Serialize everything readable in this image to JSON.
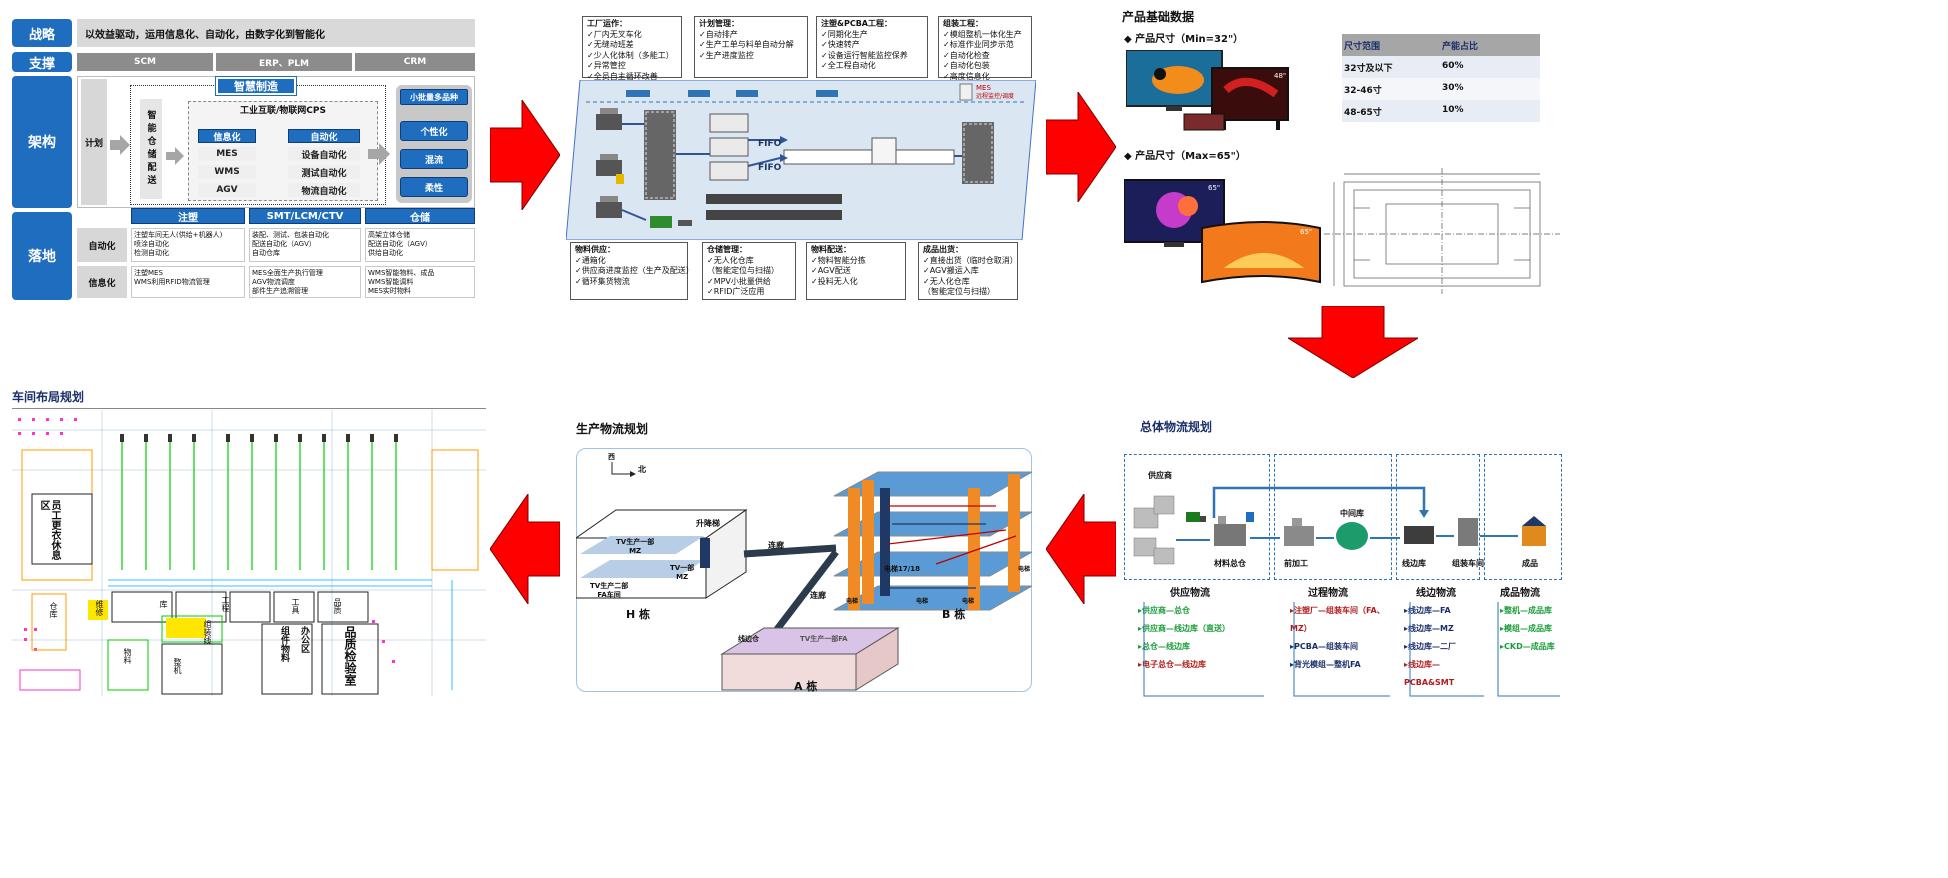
{
  "arch": {
    "strategy_label": "战略",
    "strategy_text": "以效益驱动，运用信息化、自动化，由数字化到智能化",
    "support_label": "支撑",
    "support_items": [
      "SCM",
      "ERP、PLM",
      "CRM"
    ],
    "arch_label": "架构",
    "smart_mfg": "智慧制造",
    "plan_label": "计划",
    "warehouse_vertical": "智能仓储配送",
    "iot_label": "工业互联/物联网CPS",
    "info_col": [
      "信息化",
      "MES",
      "WMS",
      "AGV"
    ],
    "auto_col": [
      "自动化",
      "设备自动化",
      "测试自动化",
      "物流自动化"
    ],
    "small_batch": "小批量多品种",
    "right_buttons": [
      "个性化",
      "混流",
      "柔性"
    ],
    "landing_label": "落地",
    "col_headers": [
      "注塑",
      "SMT/LCM/CTV",
      "仓储"
    ],
    "row_labels": [
      "自动化",
      "信息化"
    ],
    "auto_cells": [
      [
        "注塑车间无人(供给+机器人)",
        "喷涂自动化",
        "检测自动化"
      ],
      [
        "装配、测试、包装自动化",
        "配送自动化（AGV）",
        "自动仓库"
      ],
      [
        "高架立体仓储",
        "配送自动化（AGV）",
        "供给自动化"
      ]
    ],
    "info_cells": [
      [
        "注塑MES",
        "WMS利用RFID物流管理"
      ],
      [
        "MES全面生产执行管理",
        "AGV物流调度",
        "部件生产追溯管理"
      ],
      [
        "WMS智能物料、成品",
        "WMS智能调料",
        "MES实时物料"
      ]
    ]
  },
  "factory": {
    "top_notes": [
      {
        "title": "工厂运作：",
        "items": [
          "✓厂内无叉车化",
          "✓无缝动班差",
          "✓少人化体制（多能工）",
          "✓异常管控",
          "✓全员自主循环改善"
        ]
      },
      {
        "title": "计划管理：",
        "items": [
          "✓自动排产",
          "✓生产工单与料单自动分解",
          "✓生产进度监控"
        ]
      },
      {
        "title": "注塑&PCBA工程：",
        "items": [
          "✓同期化生产",
          "✓快速转产",
          "✓设备运行智能监控保养",
          "✓全工程自动化"
        ]
      },
      {
        "title": "组装工程：",
        "items": [
          "✓模组整机一体化生产",
          "✓标准作业同步示范",
          "✓自动化检查",
          "✓自动化包装",
          "✓高度信息化"
        ]
      }
    ],
    "bottom_notes": [
      {
        "title": "物料供应：",
        "items": [
          "✓通箱化",
          "✓供应商进度监控（生产及配送）",
          "✓循环集货物流"
        ]
      },
      {
        "title": "仓储管理：",
        "items": [
          "✓无人化仓库",
          "（智能定位与扫描）",
          "✓MPV小批量供给",
          "✓RFID广泛应用"
        ]
      },
      {
        "title": "物料配送：",
        "items": [
          "✓物料智能分拣",
          "✓AGV配送",
          "✓投料无人化"
        ]
      },
      {
        "title": "成品出货：",
        "items": [
          "✓直接出货（临时仓取消）",
          "✓AGV搬运入库",
          "✓无人化仓库",
          "（智能定位与扫描）"
        ]
      }
    ],
    "fifo": "FIFO",
    "mes_label": "MES",
    "mes_sub": "远程监控/调度"
  },
  "product": {
    "title": "产品基础数据",
    "min_label": "◆ 产品尺寸（Min=32\"）",
    "max_label": "◆ 产品尺寸（Max=65\"）",
    "table_headers": [
      "尺寸范围",
      "产能占比"
    ],
    "table_rows": [
      [
        "32寸及以下",
        "60%"
      ],
      [
        "32-46寸",
        "30%"
      ],
      [
        "48-65寸",
        "10%"
      ]
    ],
    "tv_badges": [
      "48\"",
      "65\"",
      "65\""
    ]
  },
  "logistics": {
    "title": "总体物流规划",
    "nodes": [
      "供应商",
      "材料总仓",
      "前加工",
      "中间库",
      "线边库",
      "组装车间",
      "成品"
    ],
    "groups": [
      "供应物流",
      "过程物流",
      "线边物流",
      "成品物流"
    ],
    "lists": [
      [
        "▸供应商—总仓",
        "▸供应商—线边库（直送）",
        "▸总仓—线边库",
        "▸电子总仓—线边库"
      ],
      [
        "▸注塑厂—组装车间（FA、MZ）",
        "▸PCBA—组装车间",
        "▸背光模组—整机FA"
      ],
      [
        "▸线边库—FA",
        "▸线边库—MZ",
        "▸线边库—二厂",
        "▸线边库—PCBA&SMT"
      ],
      [
        "▸整机—成品库",
        "▸模组—成品库",
        "▸CKD—成品库"
      ]
    ],
    "colors": {
      "green": "#1b9c3a",
      "navy": "#1a2f6a",
      "red": "#b21b1b"
    }
  },
  "production": {
    "title": "生产物流规划",
    "compass": "北",
    "west": "西",
    "h_bldg": "H 栋",
    "b_bldg": "B 栋",
    "a_bldg": "A 栋",
    "lift": "升降梯",
    "corridor1": "连廊",
    "corridor2": "连廊",
    "h_floor1": "TV生产一部",
    "h_floor1b": "MZ",
    "h_floor2": "TV一部",
    "h_floor2b": "MZ",
    "h_floor3": "TV生产二部",
    "h_floor3b": "FA车间",
    "elevator": "电梯17/18",
    "elev_a": "电梯",
    "elev_b": "电梯",
    "elev_c": "电梯",
    "elev_d": "电梯",
    "a_label1": "线边仓",
    "a_label2": "TV生产一部FA"
  },
  "layout": {
    "title": "车间布局规划",
    "areas": [
      "员工更衣休息区",
      "组件物料",
      "办公区",
      "品质检验室"
    ],
    "small_labels": [
      "维修",
      "库",
      "工程",
      "工具",
      "品质",
      "组装线",
      "仓库",
      "物料",
      "整机"
    ]
  }
}
